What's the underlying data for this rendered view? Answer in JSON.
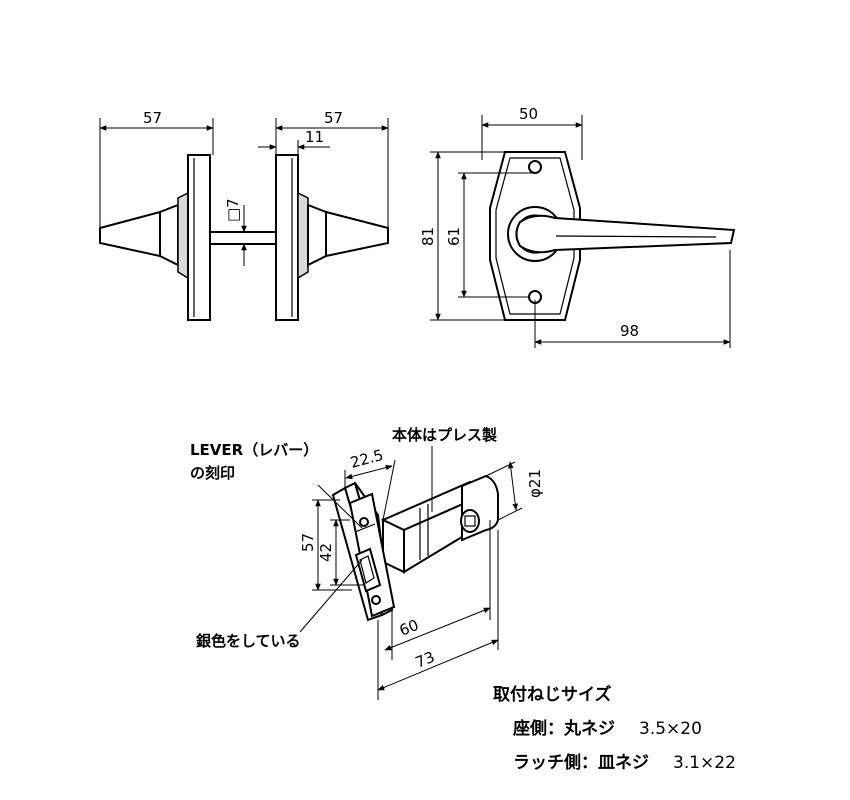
{
  "dimensions": {
    "d57_left": "57",
    "d57_right": "57",
    "d11": "11",
    "d7": "□7",
    "d50": "50",
    "d81": "81",
    "d61": "61",
    "d98": "98",
    "d22_5": "22.5",
    "d57_latch": "57",
    "d42": "42",
    "d21": "φ21",
    "d60": "60",
    "d73": "73"
  },
  "labels": {
    "lever_engraving_line1": "LEVER（レバー）",
    "lever_engraving_line2": "の刻印",
    "press_body": "本体はプレス製",
    "silver_color": "銀色をしている"
  },
  "spec": {
    "title": "取付ねじサイズ",
    "rows": [
      {
        "label": "座側：丸ネジ",
        "value": "3.5×20"
      },
      {
        "label": "ラッチ側：皿ネジ",
        "value": "3.1×22"
      }
    ]
  }
}
